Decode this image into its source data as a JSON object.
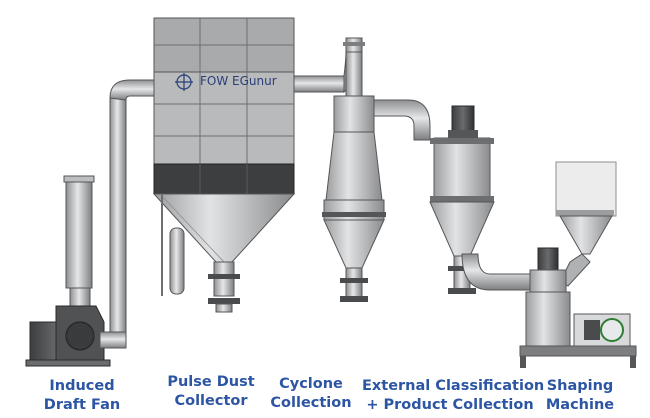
{
  "diagram": {
    "brand_text": "FOW EGunur",
    "labels": {
      "fan": [
        "Induced",
        "Draft Fan"
      ],
      "pulse": [
        "Pulse Dust",
        "Collector"
      ],
      "cyclone": [
        "Cyclone",
        "Collection"
      ],
      "external": [
        "External Classification",
        "+ Product Collection"
      ],
      "shaping": [
        "Shaping",
        "Machine"
      ]
    },
    "colors": {
      "label_text": "#2c55a3",
      "steel_light": "#c9cacb",
      "steel_mid": "#a8a9ab",
      "steel_dark": "#4a4b4d",
      "outline": "#555658"
    }
  }
}
